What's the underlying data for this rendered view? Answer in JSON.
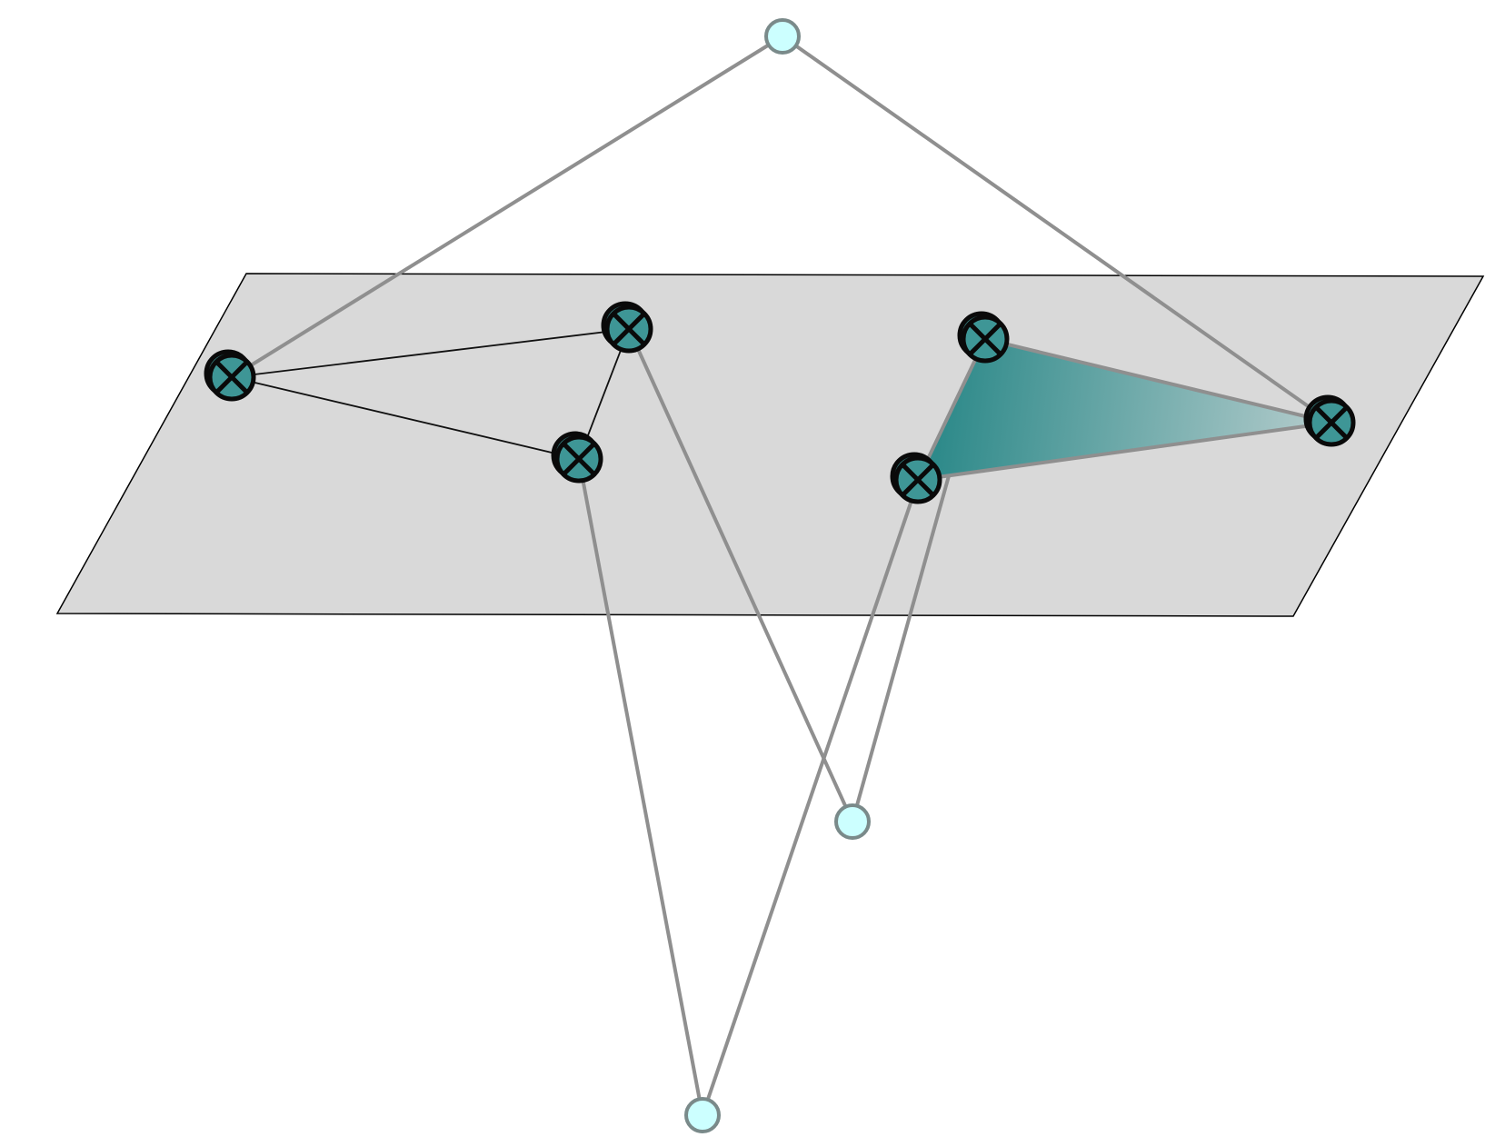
{
  "colors": {
    "background": "#ffffff",
    "plane_fill": "#d9d9d9",
    "plane_stroke": "#000000",
    "link_gray": "#8f8f8f",
    "link_black": "#111111",
    "router_fill": "#3e9696",
    "router_stroke": "#0a0a0a",
    "host_fill": "#ccffff",
    "host_stroke": "#7a8a8a",
    "triangle_dark": "#2e8a8a",
    "triangle_light": "#b4cccc"
  },
  "icons": {
    "router": "circle-x-icon",
    "host": "circle-icon"
  },
  "nodes": {
    "routers": [
      "router-a",
      "router-b",
      "router-c",
      "router-d",
      "router-e",
      "router-f"
    ],
    "hosts": [
      "host-top",
      "host-middle",
      "host-bottom"
    ]
  }
}
